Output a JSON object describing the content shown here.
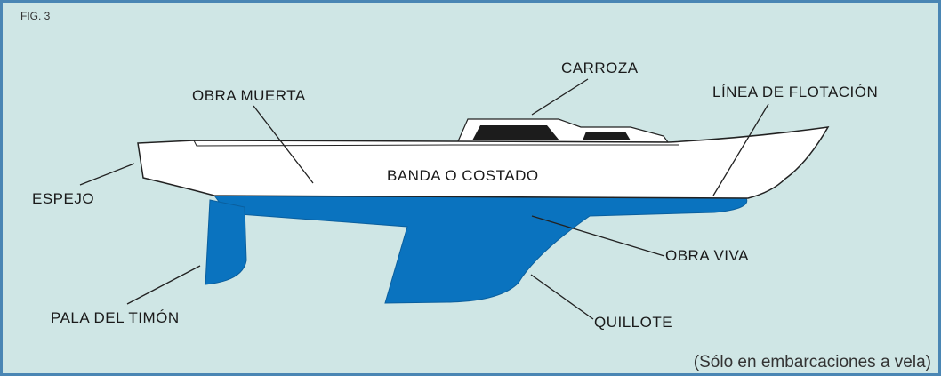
{
  "figure": {
    "label": "FIG. 3",
    "note": "(Sólo en embarcaciones a vela)"
  },
  "labels": {
    "carroza": "CARROZA",
    "obra_muerta": "OBRA MUERTA",
    "linea_flotacion": "LÍNEA DE FLOTACIÓN",
    "banda_costado": "BANDA O COSTADO",
    "espejo": "ESPEJO",
    "obra_viva": "OBRA VIVA",
    "pala_timon": "PALA DEL TIMÓN",
    "quillote": "QUILLOTE"
  },
  "colors": {
    "background": "#cfe6e5",
    "border": "#4a86b4",
    "hull_topsides": "#ffffff",
    "underwater_body": "#0a73bf",
    "cabin_windows": "#1c1c1c",
    "outline": "#222222"
  }
}
